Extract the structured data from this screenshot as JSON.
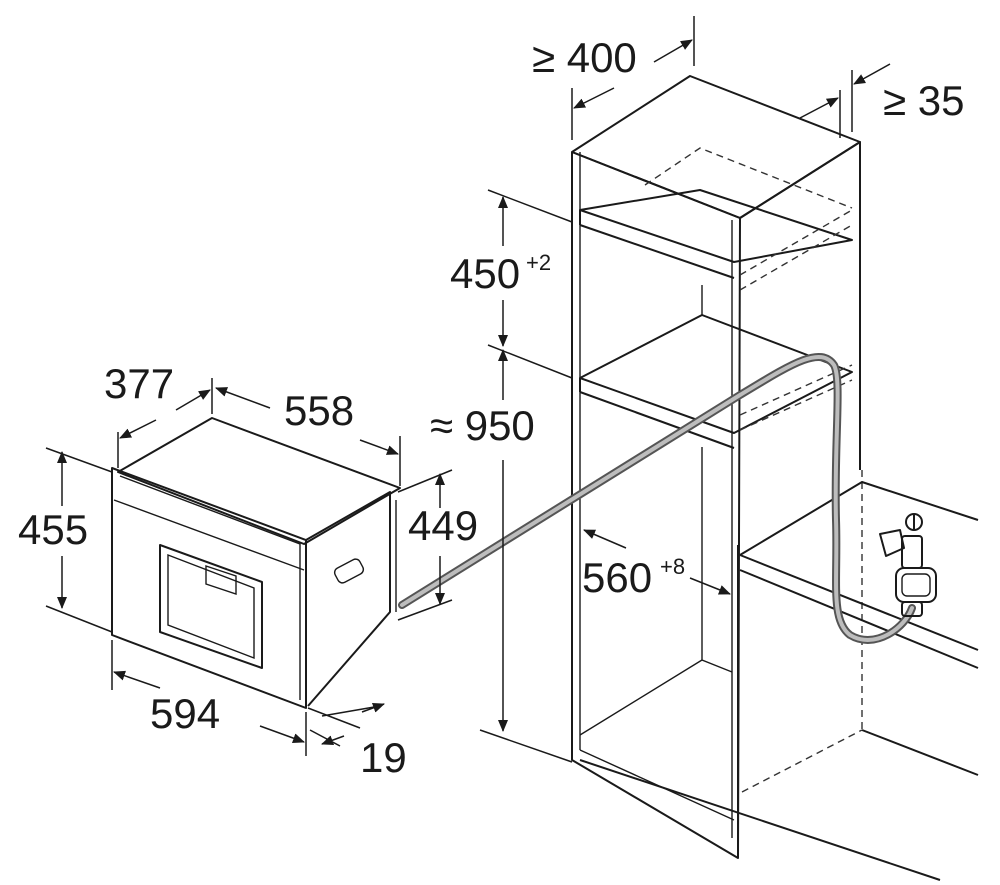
{
  "dimensions": {
    "cabinet_depth": "≥ 400",
    "side_gap": "≥ 35",
    "niche_height_main": "450",
    "niche_height_tol": "+2",
    "floor_height": "≈ 950",
    "niche_width_main": "560",
    "niche_width_tol": "+8",
    "appliance_depth": "377",
    "appliance_body_depth": "558",
    "appliance_height": "455",
    "appliance_body_height": "449",
    "appliance_width": "594",
    "front_offset": "19"
  },
  "colors": {
    "line": "#1a1a1a",
    "hose_outer": "#555555",
    "hose_inner": "#bdbdbd"
  }
}
